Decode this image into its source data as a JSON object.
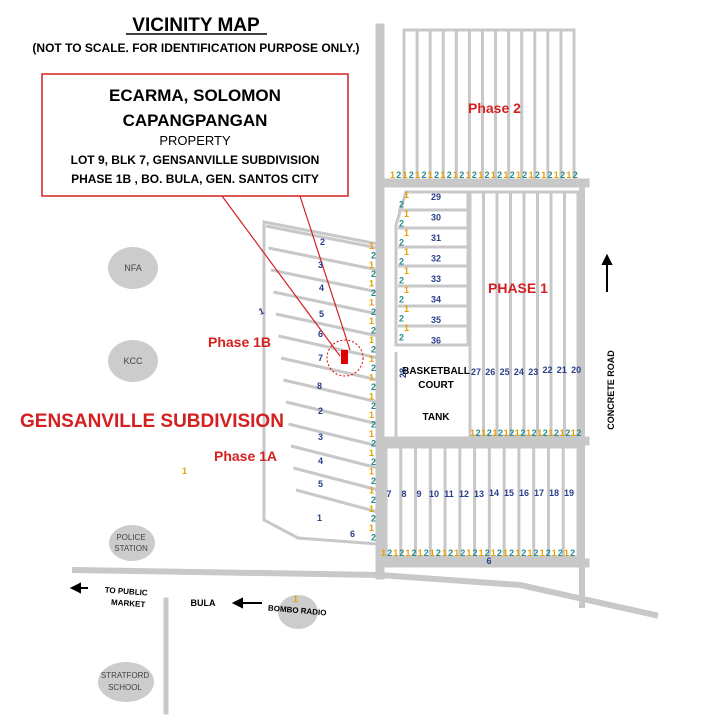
{
  "title": "VICINITY MAP",
  "subtitle": "(NOT TO SCALE. FOR IDENTIFICATION PURPOSE ONLY.)",
  "property": {
    "owner_line1": "ECARMA, SOLOMON",
    "owner_line2": "CAPANGPANGAN",
    "type": "PROPERTY",
    "lot_line": "LOT 9, BLK 7, GENSANVILLE SUBDIVISION",
    "address_line": "PHASE 1B , BO. BULA,  GEN. SANTOS CITY",
    "box_color": "#d42020",
    "marker_color": "#e00000"
  },
  "labels": {
    "subdivision": "GENSANVILLE SUBDIVISION",
    "phase2": "Phase 2",
    "phase1": "PHASE 1",
    "phase1b": "Phase 1B",
    "phase1a": "Phase 1A",
    "basketball": "BASKETBALL",
    "court": "COURT",
    "tank": "TANK",
    "concrete_road": "CONCRETE ROAD",
    "lot_28": "28",
    "bottom_6": "6"
  },
  "landmarks": {
    "nfa": "NFA",
    "kcc": "KCC",
    "police_1": "POLICE",
    "police_2": "STATION",
    "bombo": "BOMBO RADIO",
    "stratford_1": "STRATFORD",
    "stratford_2": "SCHOOL",
    "to_public_1": "TO PUBLIC",
    "to_public_2": "MARKET",
    "bula": "BULA"
  },
  "lots": {
    "phase1b_left": [
      "2",
      "3",
      "4",
      "5",
      "6",
      "7",
      "8",
      "2",
      "3",
      "4",
      "5",
      "1",
      "6"
    ],
    "phase1_upper": [
      "29",
      "30",
      "31",
      "32",
      "33",
      "34",
      "35",
      "36"
    ],
    "phase1_right": [
      "27",
      "26",
      "25",
      "24",
      "23",
      "22",
      "21",
      "20"
    ],
    "phase1_lower": [
      "7",
      "8",
      "9",
      "10",
      "11",
      "12",
      "13",
      "14",
      "15",
      "16",
      "17",
      "18",
      "19"
    ]
  },
  "markers": {
    "colors": {
      "orange": "#e8a000",
      "teal": "#2a8a8a",
      "navy": "#2a3e8c"
    },
    "phase2_row": [
      "1",
      "2",
      "1",
      "2",
      "1",
      "2",
      "1",
      "2",
      "1",
      "2",
      "1",
      "2",
      "1",
      "2",
      "1",
      "2",
      "1",
      "2",
      "1",
      "2",
      "1",
      "2",
      "1",
      "2",
      "1",
      "2",
      "1",
      "2",
      "1",
      "2"
    ],
    "phase1b_right": [
      "1",
      "2",
      "1",
      "2",
      "1",
      "2",
      "1",
      "2",
      "1",
      "2",
      "1",
      "2",
      "1",
      "2",
      "1",
      "2",
      "1",
      "2",
      "1",
      "2",
      "1",
      "2",
      "1",
      "2",
      "1",
      "2",
      "1",
      "2",
      "1",
      "2",
      "1",
      "2"
    ],
    "phase1_mid_row": [
      "1",
      "2",
      "1",
      "2",
      "1",
      "2",
      "1",
      "2",
      "1",
      "2",
      "1",
      "2",
      "1",
      "2",
      "1",
      "2",
      "1",
      "2",
      "1",
      "2"
    ],
    "bottom_row": [
      "1",
      "2",
      "1",
      "2",
      "1",
      "2",
      "1",
      "2",
      "1",
      "2",
      "1",
      "2",
      "1",
      "2",
      "1",
      "2",
      "1",
      "2",
      "1",
      "2",
      "1",
      "2",
      "1",
      "2",
      "1",
      "2",
      "1",
      "2",
      "1",
      "2",
      "1",
      "2"
    ],
    "stray_1": "1",
    "stray_2": "1",
    "stray_3": "1"
  }
}
